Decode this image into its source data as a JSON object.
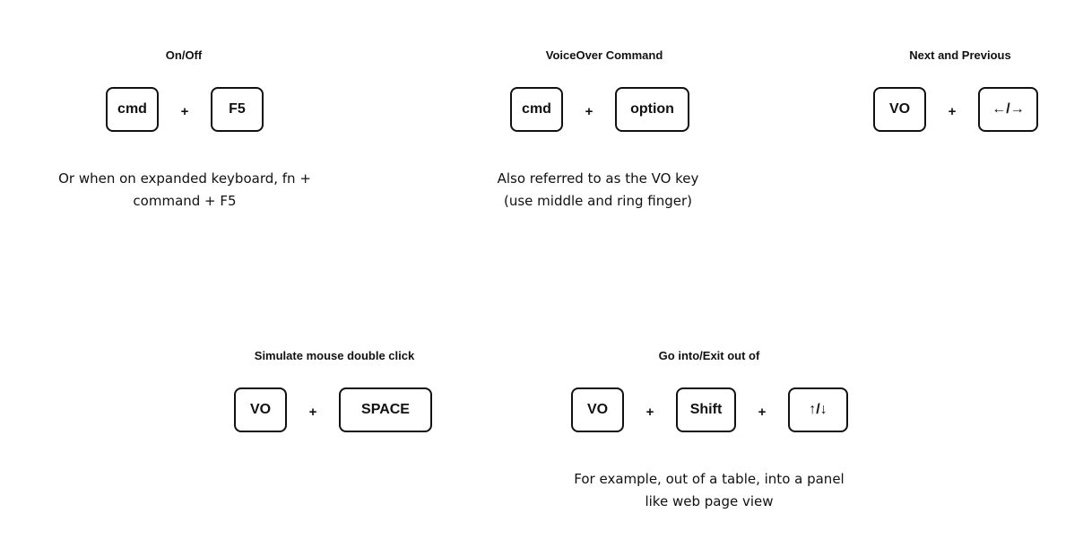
{
  "groups": {
    "on_off": {
      "title": "On/Off",
      "keys": [
        "cmd",
        "F5"
      ],
      "plus": "+",
      "note": "Or when on expanded keyboard, fn + command + F5"
    },
    "voiceover_command": {
      "title": "VoiceOver Command",
      "keys": [
        "cmd",
        "option"
      ],
      "plus": "+",
      "note": "Also referred to as the VO key (use middle and ring finger)"
    },
    "next_previous": {
      "title": "Next and Previous",
      "keys": [
        "VO",
        "←/→"
      ],
      "plus": "+"
    },
    "double_click": {
      "title": "Simulate mouse double click",
      "keys": [
        "VO",
        "SPACE"
      ],
      "plus": "+"
    },
    "go_into_exit": {
      "title": "Go into/Exit out of",
      "keys": [
        "VO",
        "Shift",
        "↑/↓"
      ],
      "plus": "+",
      "note": "For example, out of a table, into a panel like web page view"
    }
  }
}
